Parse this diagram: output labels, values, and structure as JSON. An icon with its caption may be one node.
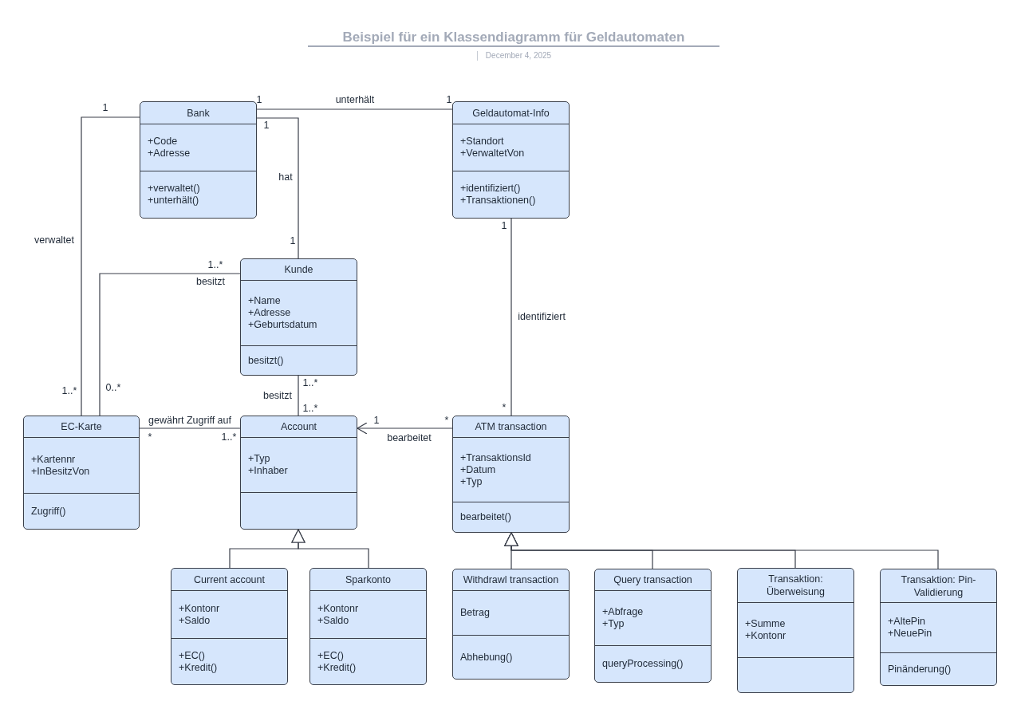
{
  "diagram": {
    "title": "Beispiel für ein Klassendiagramm für Geldautomaten",
    "nodes": [
      {
        "text": [
          "Bank",
          "+Code +Adresse",
          "+verwaltet() +unterhält()"
        ]
      },
      {
        "text": [
          "Geldautomat-Info",
          "+Standort +VerwaltetVon",
          "+identifiziert() +Transaktionen()"
        ]
      },
      {
        "text": [
          "Kunde",
          "+Name +Adresse +Geburtsdatum",
          "besitzt()"
        ]
      },
      {
        "text": [
          "EC-Karte",
          "+Kartennr +InBesitzVon",
          "Zugriff()"
        ]
      },
      {
        "text": [
          "Account",
          "+Typ +Inhaber"
        ]
      },
      {
        "text": [
          "ATM transaction",
          "+TransaktionsId +Datum +Typ",
          "bearbeitet()"
        ]
      },
      {
        "text": [
          "Current account",
          "+Kontonr +Saldo",
          "+EC() +Kredit()"
        ]
      },
      {
        "text": [
          "Sparkonto",
          "+Kontonr +Saldo",
          "+EC() +Kredit()"
        ]
      },
      {
        "text": [
          "Withdrawl transaction",
          "Betrag",
          "Abhebung()"
        ]
      },
      {
        "text": [
          "Query transaction",
          "+Abfrage +Typ",
          "queryProcessing()"
        ]
      },
      {
        "text": [
          "Transaktion: Überweisung",
          "+Summe +Kontonr"
        ]
      },
      {
        "text": [
          "Transaktion: Pin-Validierung",
          "+AltePin +NeuePin",
          "Pinänderung()"
        ]
      }
    ],
    "edges": [
      {
        "from": 0,
        "to": 1,
        "arrow": "none",
        "label": "unterhält"
      },
      {
        "from": 0,
        "to": 2,
        "arrow": "none",
        "label": "hat"
      },
      {
        "from": 0,
        "to": 3,
        "arrow": "none",
        "label": "verwaltet"
      },
      {
        "from": 2,
        "to": 3,
        "arrow": "none",
        "label": "besitzt"
      },
      {
        "from": 2,
        "to": 4,
        "arrow": "none",
        "label": "besitzt"
      },
      {
        "from": 3,
        "to": 4,
        "arrow": "none",
        "label": "gewährt Zugriff auf"
      },
      {
        "from": 5,
        "to": 4,
        "arrow": "to",
        "label": "bearbeitet"
      },
      {
        "from": 1,
        "to": 5,
        "arrow": "none",
        "label": "identifiziert"
      },
      {
        "from": 6,
        "to": 4,
        "arrow": "to"
      },
      {
        "from": 7,
        "to": 4,
        "arrow": "to"
      },
      {
        "from": 8,
        "to": 5,
        "arrow": "to"
      },
      {
        "from": 9,
        "to": 5,
        "arrow": "to"
      },
      {
        "from": 10,
        "to": 5,
        "arrow": "to"
      },
      {
        "from": 11,
        "to": 5,
        "arrow": "to"
      }
    ],
    "labels": [
      "December 4, 2025",
      "1",
      "1",
      "1",
      "1",
      "1",
      "1",
      "1..*",
      "1..*",
      "0..*",
      "1..*",
      "*",
      "1..*",
      "1",
      "*",
      "*",
      "1..*"
    ]
  }
}
